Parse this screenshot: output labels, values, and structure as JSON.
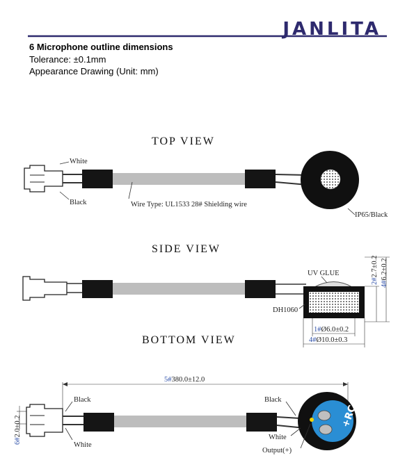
{
  "brand": {
    "logo_text": "JANLITA",
    "color": "#2e2a6e"
  },
  "header": {
    "title": "6 Microphone outline dimensions",
    "tolerance": "Tolerance: ±0.1mm",
    "drawing": "Appearance Drawing (Unit: mm)"
  },
  "views": {
    "top": "TOP VIEW",
    "side": "SIDE VIEW",
    "bottom": "BOTTOM VIEW"
  },
  "top_labels": {
    "white": "White",
    "black": "Black",
    "wire_type": "Wire Type: UL1533 28# Shielding wire",
    "ip65": "IP65/Black"
  },
  "side_labels": {
    "uv_glue": "UV GLUE",
    "dh1060": "DH1060",
    "dim_27_num": "2#",
    "dim_27": "2.7±0.2",
    "dim_62_num": "4#",
    "dim_62": "6.2±0.2",
    "dia6_num": "1#",
    "dia6": "Ø6.0±0.2",
    "dia10_num": "4#",
    "dia10": "Ø10.0±0.3"
  },
  "bottom_labels": {
    "length_num": "5#",
    "length": "380.0±12.0",
    "pitch_num": "6#",
    "pitch": "2.0±0.2",
    "black_left": "Black",
    "white_left": "White",
    "black_right": "Black",
    "white_right": "White",
    "output": "Output(+)",
    "rc": "+RC"
  },
  "colors": {
    "dim_blue": "#2d4fa8",
    "pcb_blue": "#2a8ed4",
    "cable_grey": "#bdbdbd"
  }
}
